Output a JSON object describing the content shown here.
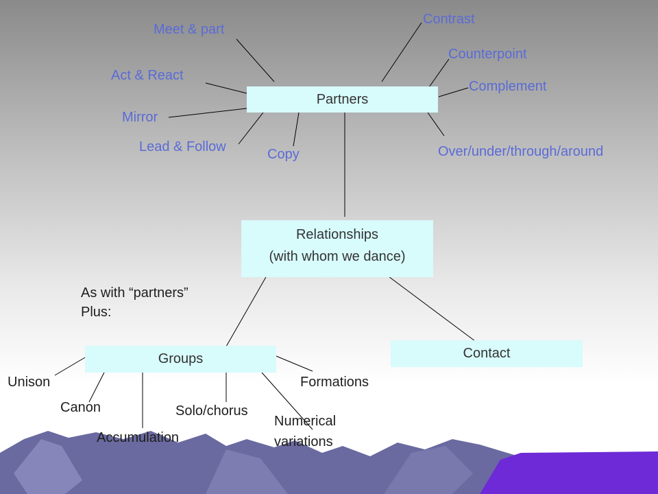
{
  "colors": {
    "box_fill": "#d8fbfc",
    "connector": "#000000",
    "partner_text": "#5a6bd6",
    "label_text": "#1e1e1e",
    "mountain": "#6a6aa0",
    "corner_accent": "#6e2ad6"
  },
  "partners": {
    "box": "Partners",
    "items": {
      "meet_part": "Meet & part",
      "contrast": "Contrast",
      "counterpoint": "Counterpoint",
      "complement": "Complement",
      "act_react": "Act & React",
      "mirror": "Mirror",
      "lead_follow": "Lead & Follow",
      "copy": "Copy",
      "over_under": "Over/under/through/around"
    }
  },
  "relationships": {
    "line1": "Relationships",
    "line2": "(with whom we dance)"
  },
  "note": {
    "line1": "As with “partners”",
    "line2": "Plus:"
  },
  "groups": {
    "box": "Groups",
    "items": {
      "unison": "Unison",
      "canon": "Canon",
      "accumulation": "Accumulation",
      "solo_chorus": "Solo/chorus",
      "numerical_1": "Numerical",
      "numerical_2": "variations",
      "formations": "Formations"
    }
  },
  "contact": {
    "box": "Contact"
  }
}
